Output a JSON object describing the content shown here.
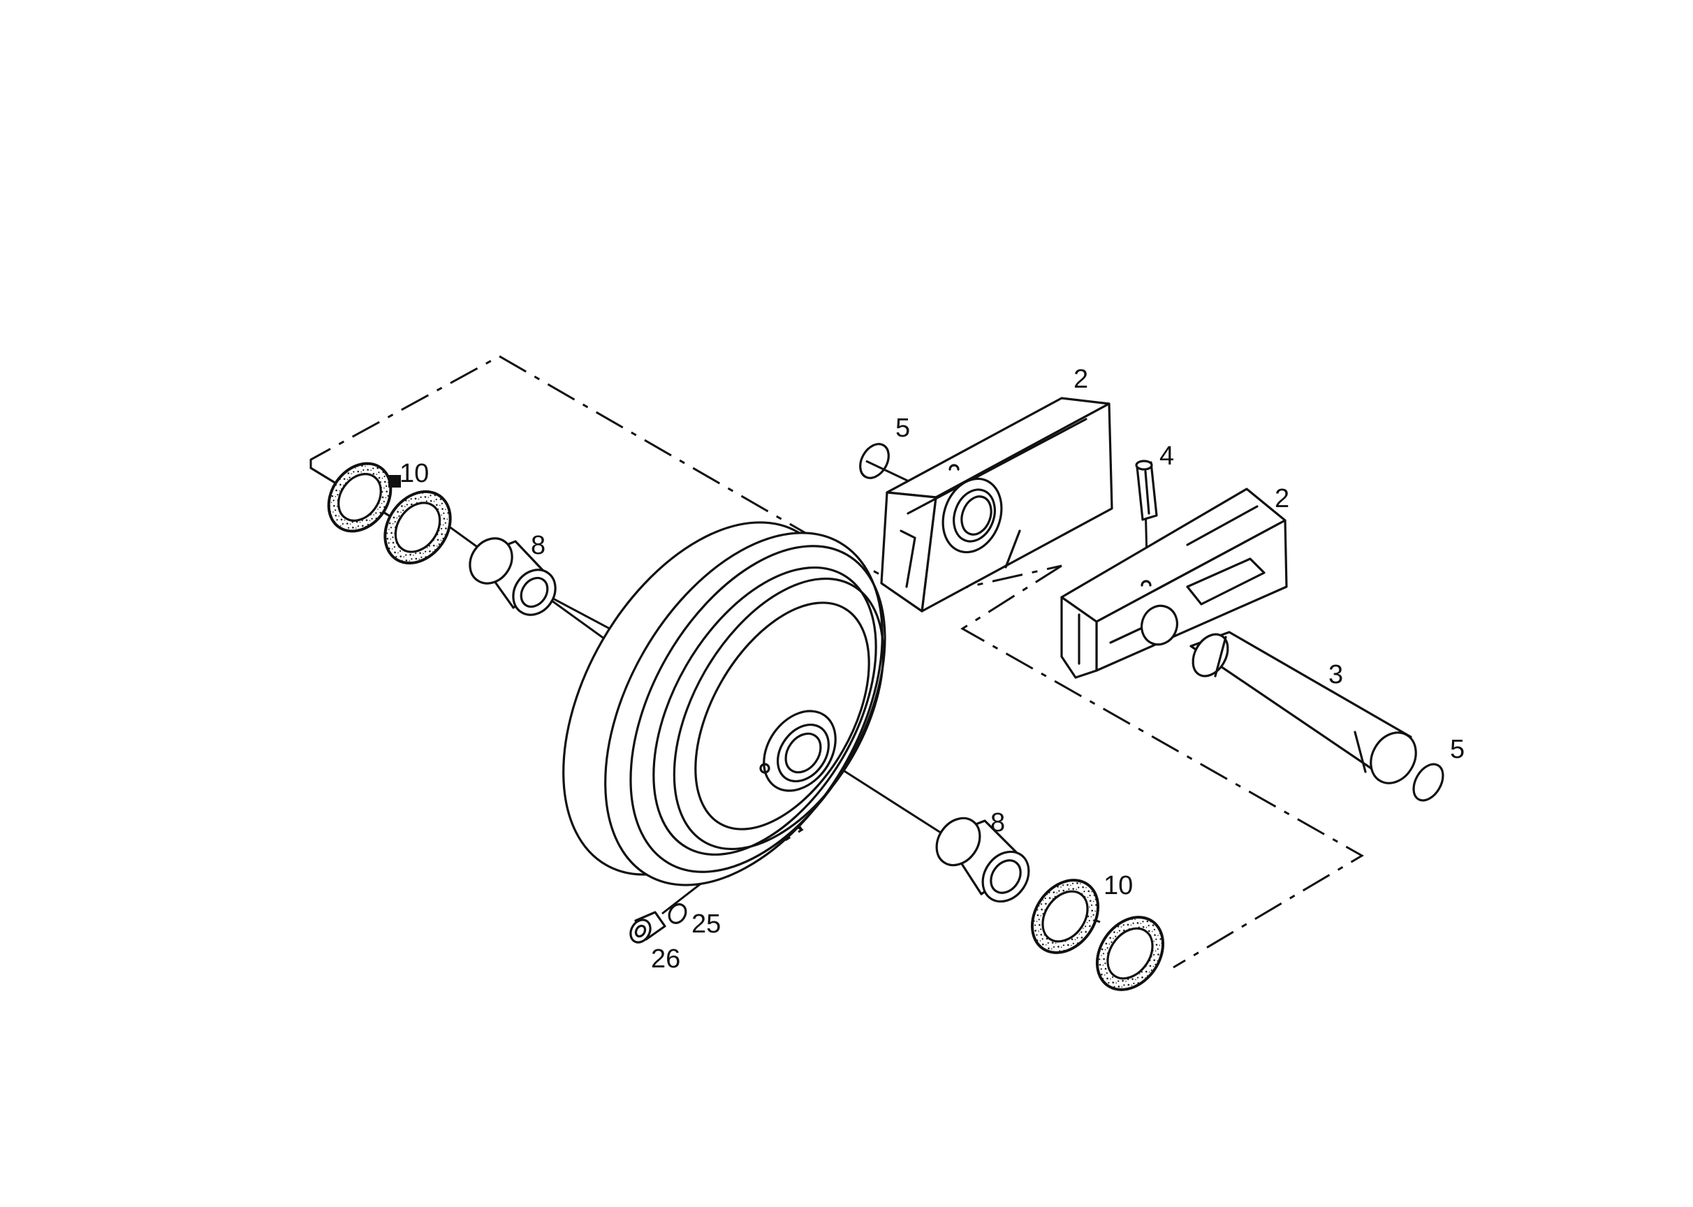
{
  "callouts": {
    "seal_upper": "10",
    "bushing_upper": "8",
    "oring_top": "5",
    "bracket_upper": "2",
    "pin": "4",
    "bracket_lower": "2",
    "shaft": "3",
    "oring_right": "5",
    "bushing_lower": "8",
    "seal_lower": "10",
    "oring_small": "25",
    "plug": "26"
  }
}
